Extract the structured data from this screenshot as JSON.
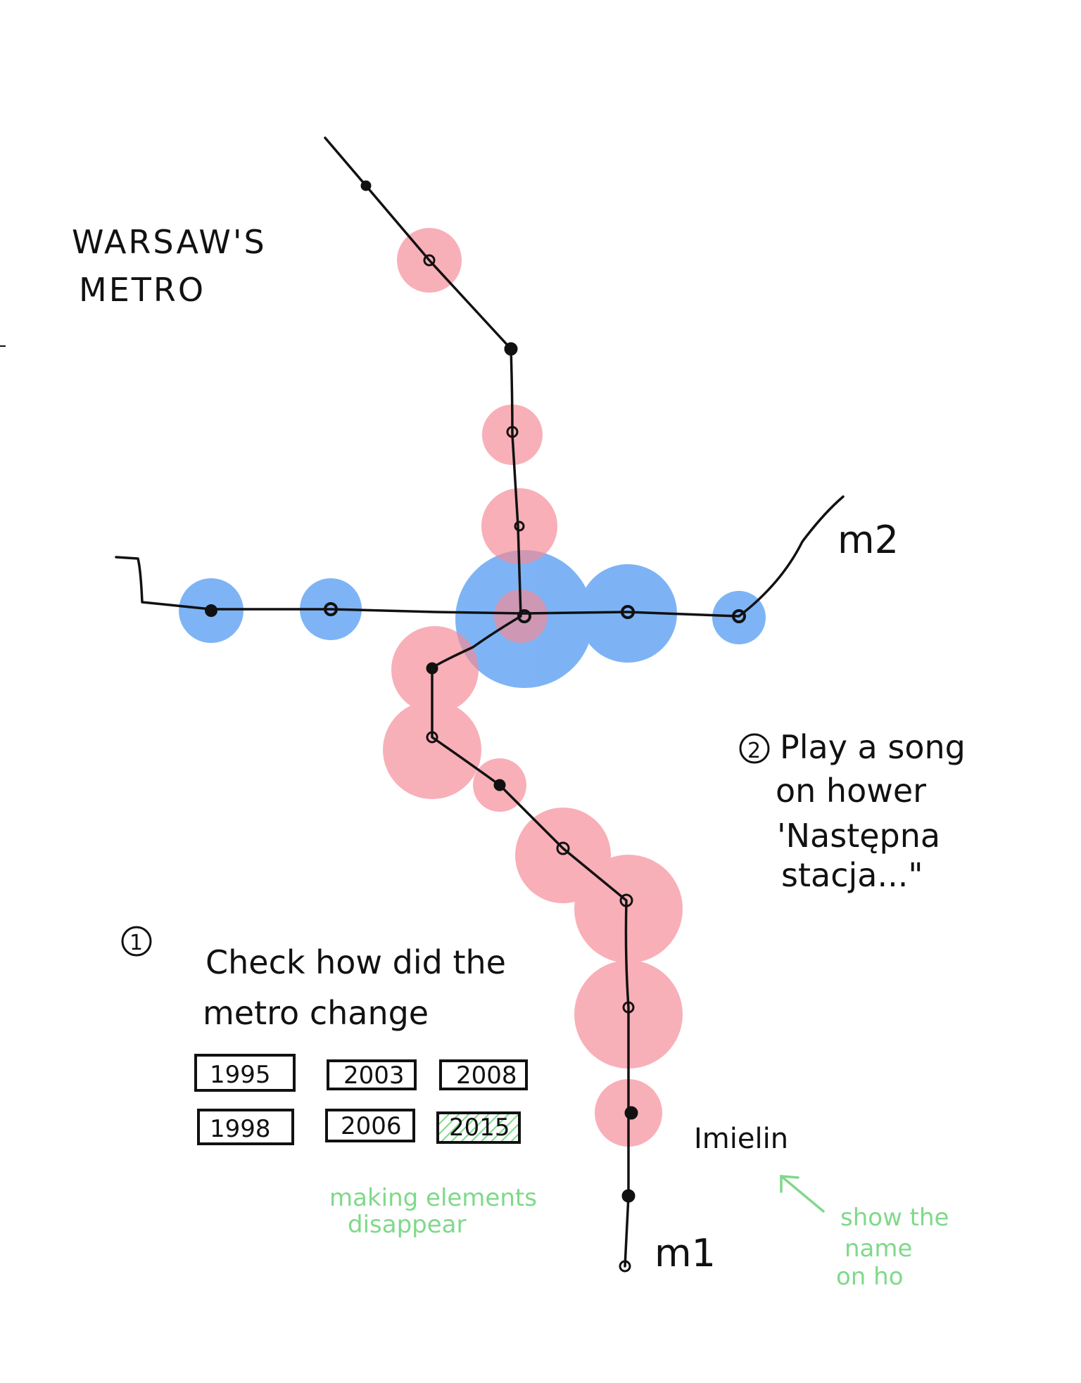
{
  "title": {
    "line1": "WARSAW'S",
    "line2": "METRO"
  },
  "lines": {
    "m1": {
      "label": "m1",
      "color": "#e83a48"
    },
    "m2": {
      "label": "m2",
      "color": "#1b74e8"
    }
  },
  "station_labels": {
    "imielin": "Imielin"
  },
  "note_play": {
    "number": "2",
    "line1": "Play a song",
    "line2": "on hower",
    "line3": "'Następna",
    "line4": "stacja...\""
  },
  "note_check": {
    "number": "1",
    "line1": "Check how did the",
    "line2": "metro change"
  },
  "years": [
    "1995",
    "2003",
    "2008",
    "1998",
    "2006",
    "2015"
  ],
  "selected_year": "2015",
  "green_notes": {
    "disappear_line1": "making elements",
    "disappear_line2": "disappear",
    "show_line1": "show the",
    "show_line2": "name",
    "show_line3": "on ho"
  },
  "colors": {
    "ink": "#111111",
    "m1_bubble": "#f58a96",
    "m2_bubble": "#2f86f0",
    "annotation_green": "#7fd98a"
  }
}
